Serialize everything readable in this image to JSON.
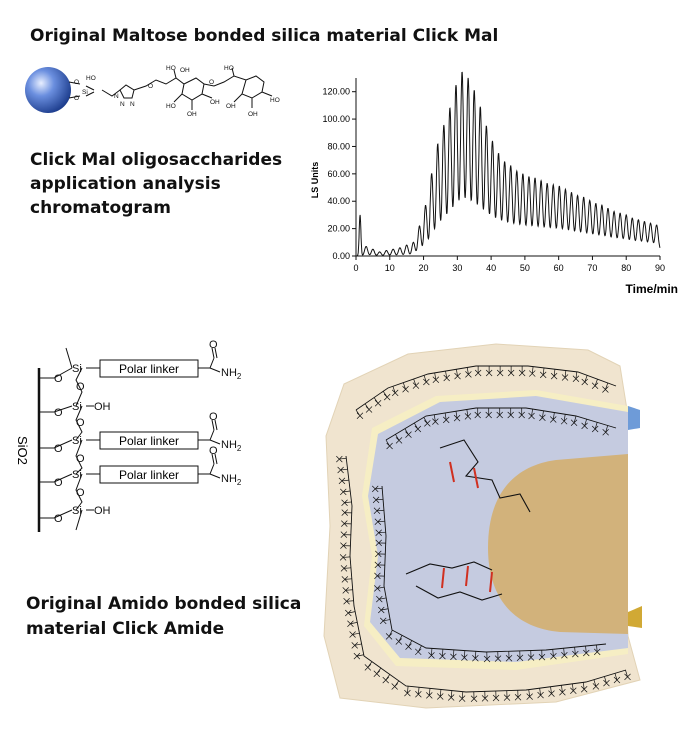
{
  "top_title": "Original Maltose bonded silica material Click Mal",
  "captions": {
    "chromatogram_lines": [
      "Click Mal oligosaccharides",
      "application analysis",
      "chromatogram"
    ],
    "amide_lines": [
      "Original Amido bonded silica",
      "material Click Amide"
    ]
  },
  "maltose_structure": {
    "labels": [
      "O",
      "O",
      "Si",
      "HO",
      "N",
      "N",
      "N",
      "O",
      "HO",
      "OH",
      "HO",
      "O",
      "OH",
      "OH",
      "HO",
      "OH",
      "HO",
      "OH"
    ]
  },
  "amide_structure": {
    "substrate_label": "SiO2",
    "linker_label": "Polar linker",
    "si_label": "Si",
    "oh_label": "OH",
    "o_label": "O",
    "nh2_label": "NH",
    "nh2_subscript": "2"
  },
  "chart_data": {
    "type": "line",
    "xlabel": "Time/min",
    "ylabel": "LS Units",
    "xlim": [
      0,
      90
    ],
    "ylim": [
      0,
      130
    ],
    "x_ticks": [
      "0",
      "10",
      "20",
      "30",
      "40",
      "50",
      "60",
      "70",
      "80",
      "90"
    ],
    "y_ticks": [
      "0.00",
      "20.00",
      "40.00",
      "60.00",
      "80.00",
      "100.00",
      "120.00"
    ],
    "peaks": [
      {
        "t": 1.2,
        "h": 30
      },
      {
        "t": 3,
        "h": 7
      },
      {
        "t": 5,
        "h": 5
      },
      {
        "t": 7,
        "h": 3
      },
      {
        "t": 9,
        "h": 4
      },
      {
        "t": 11,
        "h": 5
      },
      {
        "t": 13,
        "h": 6
      },
      {
        "t": 15,
        "h": 8
      },
      {
        "t": 17,
        "h": 10
      },
      {
        "t": 18.8,
        "h": 22
      },
      {
        "t": 20.6,
        "h": 37
      },
      {
        "t": 22.4,
        "h": 60
      },
      {
        "t": 24.2,
        "h": 80
      },
      {
        "t": 26,
        "h": 92
      },
      {
        "t": 27.8,
        "h": 103
      },
      {
        "t": 29.6,
        "h": 118
      },
      {
        "t": 31.4,
        "h": 126
      },
      {
        "t": 33.2,
        "h": 121
      },
      {
        "t": 35,
        "h": 112
      },
      {
        "t": 36.8,
        "h": 100
      },
      {
        "t": 38.6,
        "h": 86
      },
      {
        "t": 40.4,
        "h": 75
      },
      {
        "t": 42.2,
        "h": 66
      },
      {
        "t": 44,
        "h": 60
      },
      {
        "t": 45.8,
        "h": 57
      },
      {
        "t": 47.6,
        "h": 53
      },
      {
        "t": 49.4,
        "h": 51
      },
      {
        "t": 51.2,
        "h": 49
      },
      {
        "t": 53,
        "h": 48
      },
      {
        "t": 54.8,
        "h": 46
      },
      {
        "t": 56.6,
        "h": 44
      },
      {
        "t": 58.4,
        "h": 43
      },
      {
        "t": 60.2,
        "h": 42
      },
      {
        "t": 62,
        "h": 40
      },
      {
        "t": 63.8,
        "h": 38
      },
      {
        "t": 65.6,
        "h": 36
      },
      {
        "t": 67.4,
        "h": 35
      },
      {
        "t": 69.2,
        "h": 33
      },
      {
        "t": 71,
        "h": 31
      },
      {
        "t": 72.8,
        "h": 30
      },
      {
        "t": 74.6,
        "h": 28
      },
      {
        "t": 76.4,
        "h": 26
      },
      {
        "t": 78.2,
        "h": 25
      },
      {
        "t": 80,
        "h": 24
      },
      {
        "t": 81.8,
        "h": 22
      },
      {
        "t": 83.6,
        "h": 21
      },
      {
        "t": 85.4,
        "h": 20
      },
      {
        "t": 87.2,
        "h": 19
      },
      {
        "t": 89,
        "h": 18
      }
    ],
    "baseline_rise": 9
  },
  "colors": {
    "sphere": "#2f5fbf",
    "particle_fill": "#f0e4cf",
    "pore_fill": "#c5cbe0",
    "analyte_fill": "#d2b27b",
    "bond_red": "#d03020",
    "pore_rim": "#f6eec4"
  }
}
